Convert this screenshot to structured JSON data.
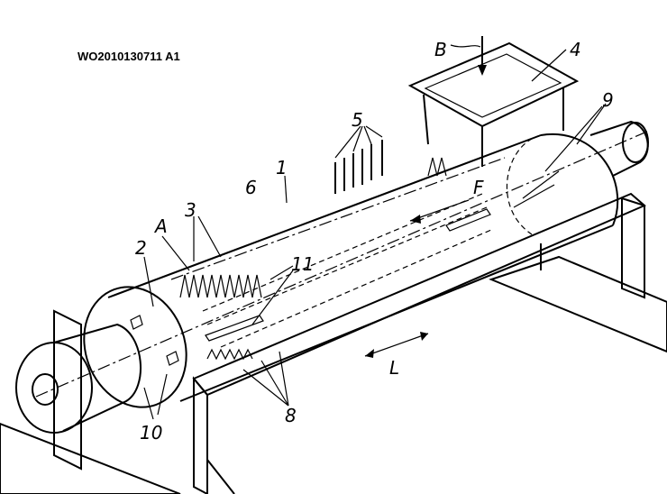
{
  "publication_number": "WO2010130711 A1",
  "labels": {
    "B": "B",
    "n4": "4",
    "n9": "9",
    "n5": "5",
    "n1": "1",
    "n6": "6",
    "F": "F",
    "n3": "3",
    "A": "A",
    "n2": "2",
    "n11": "11",
    "L": "L",
    "n8": "8",
    "n10": "10"
  }
}
